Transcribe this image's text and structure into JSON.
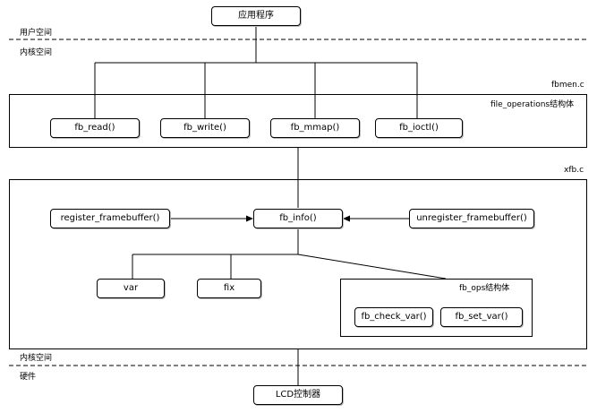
{
  "top": {
    "app": "应用程序"
  },
  "layers": {
    "user_space": "用户空间",
    "kernel_space_top": "内核空间",
    "kernel_space_bottom": "内核空间",
    "hardware": "硬件"
  },
  "fbmem": {
    "file": "fbmen.c",
    "struct": "file_operations结构体",
    "ops": [
      "fb_read()",
      "fb_write()",
      "fb_mmap()",
      "fb_ioctl()"
    ]
  },
  "xfb": {
    "file": "xfb.c",
    "register": "register_framebuffer()",
    "info": "fb_info()",
    "unregister": "unregister_framebuffer()",
    "var": "var",
    "fix": "fix",
    "fbops": {
      "title": "fb_ops结构体",
      "items": [
        "fb_check_var()",
        "fb_set_var()"
      ]
    }
  },
  "bottom": {
    "lcd": "LCD控制器"
  }
}
